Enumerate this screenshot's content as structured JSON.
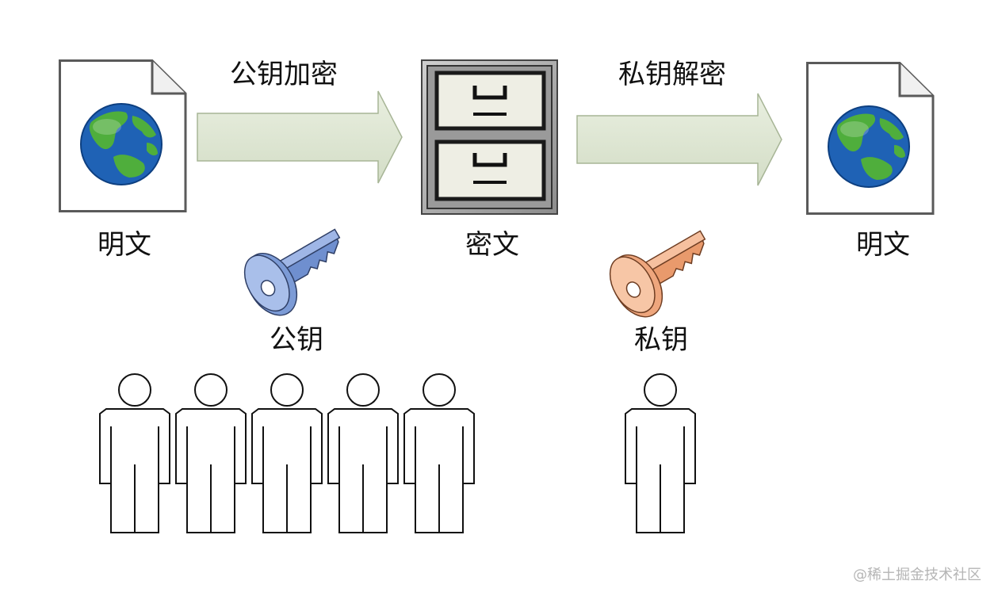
{
  "labels": {
    "public_key_encrypt": "公钥加密",
    "private_key_decrypt": "私钥解密",
    "plaintext_left": "明文",
    "ciphertext": "密文",
    "plaintext_right": "明文",
    "public_key": "公钥",
    "private_key": "私钥"
  },
  "watermark": "@稀土掘金技术社区",
  "colors": {
    "arrow_fill": "#dde6d2",
    "arrow_stroke": "#a7b596",
    "public_key": "#8fa8dc",
    "private_key": "#f4b28e",
    "document_border": "#5a5a5a",
    "globe_ocean": "#1f62b5",
    "globe_land": "#4fae3c"
  },
  "icons": [
    "document-icon",
    "globe-icon",
    "arrow-icon",
    "file-cabinet-icon",
    "key-icon",
    "person-icon"
  ],
  "people": {
    "public_group_count": 5,
    "private_group_count": 1
  }
}
